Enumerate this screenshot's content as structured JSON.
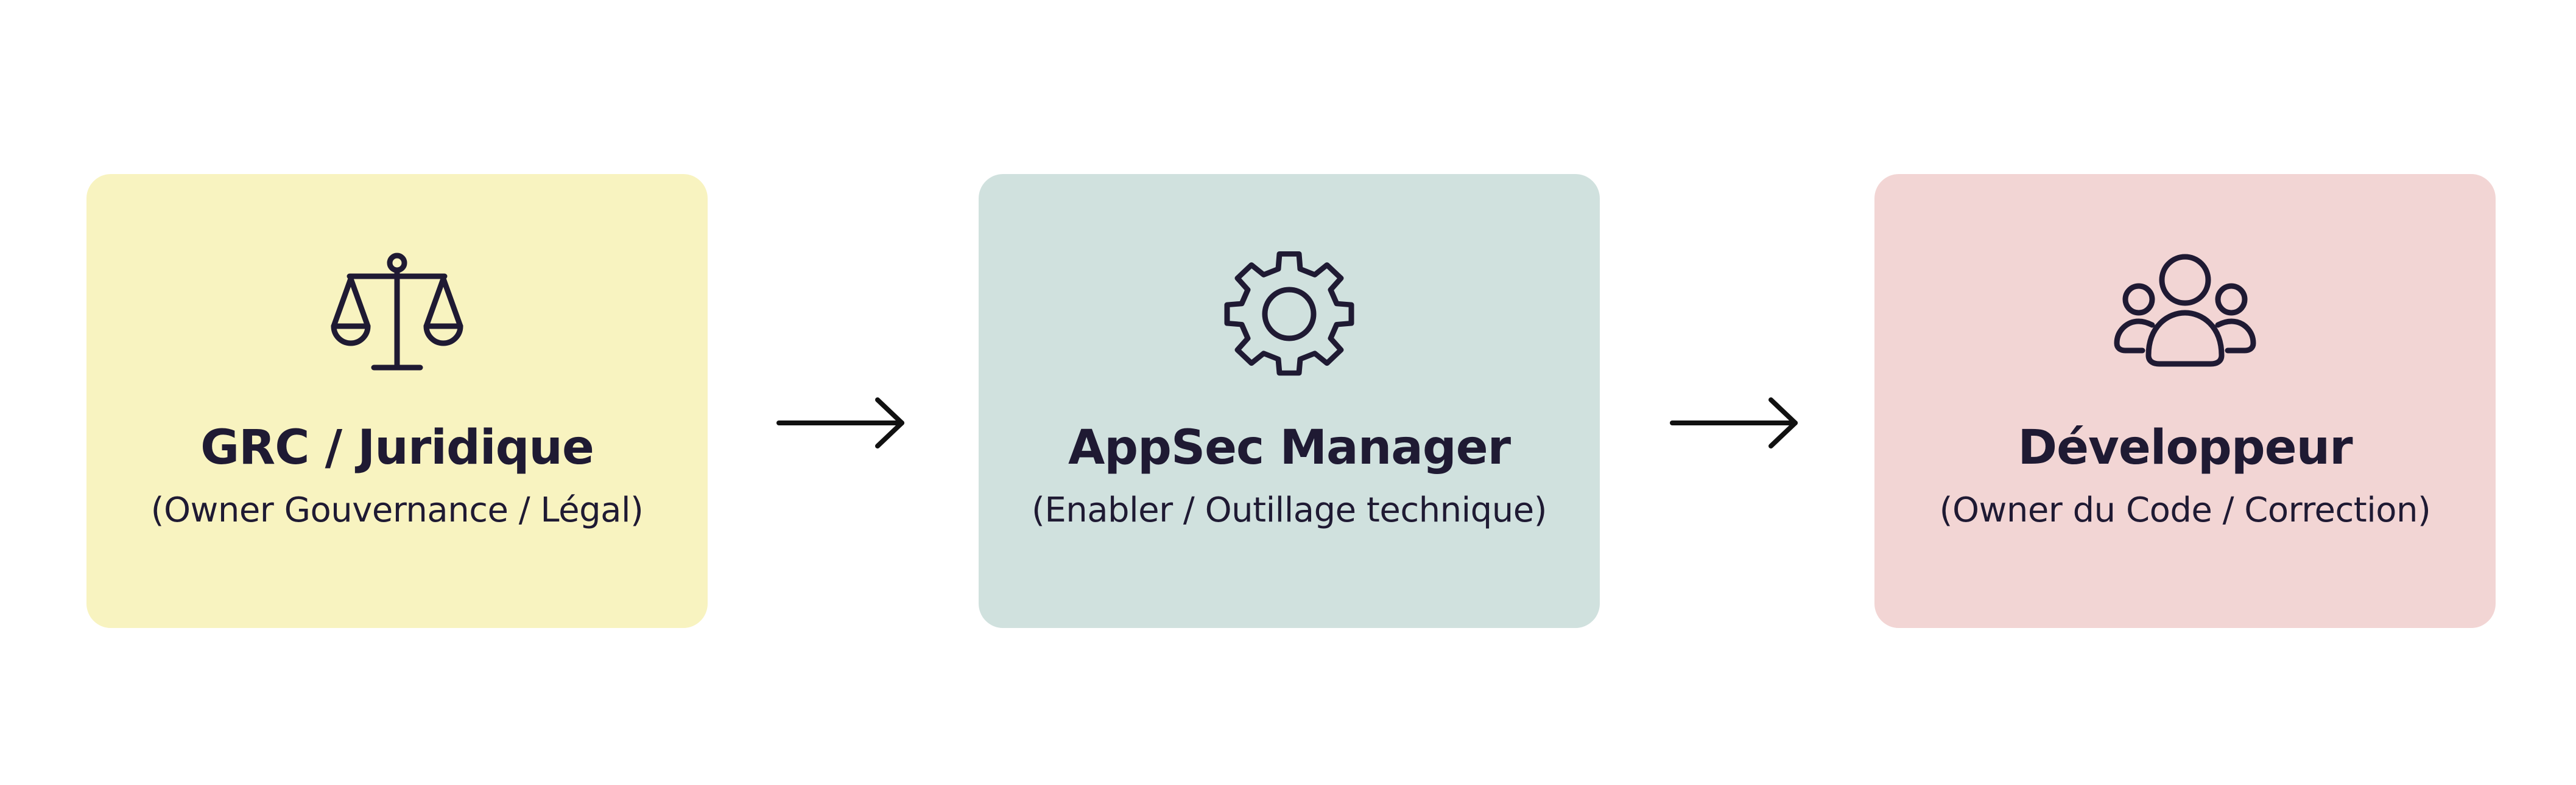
{
  "cards": [
    {
      "title": "GRC / Juridique",
      "subtitle": "(Owner Gouvernance / Légal)",
      "icon": "scales-icon",
      "color": "#f8f3c0"
    },
    {
      "title": "AppSec Manager",
      "subtitle": "(Enabler / Outillage technique)",
      "icon": "gear-icon",
      "color": "#d0e1de"
    },
    {
      "title": "Développeur",
      "subtitle": "(Owner du Code / Correction)",
      "icon": "users-icon",
      "color": "#f2d5d4"
    }
  ],
  "arrows": [
    "arrow-right-icon",
    "arrow-right-icon"
  ],
  "colors": {
    "text": "#1f1a33",
    "arrow": "#111111",
    "background": "#ffffff"
  }
}
